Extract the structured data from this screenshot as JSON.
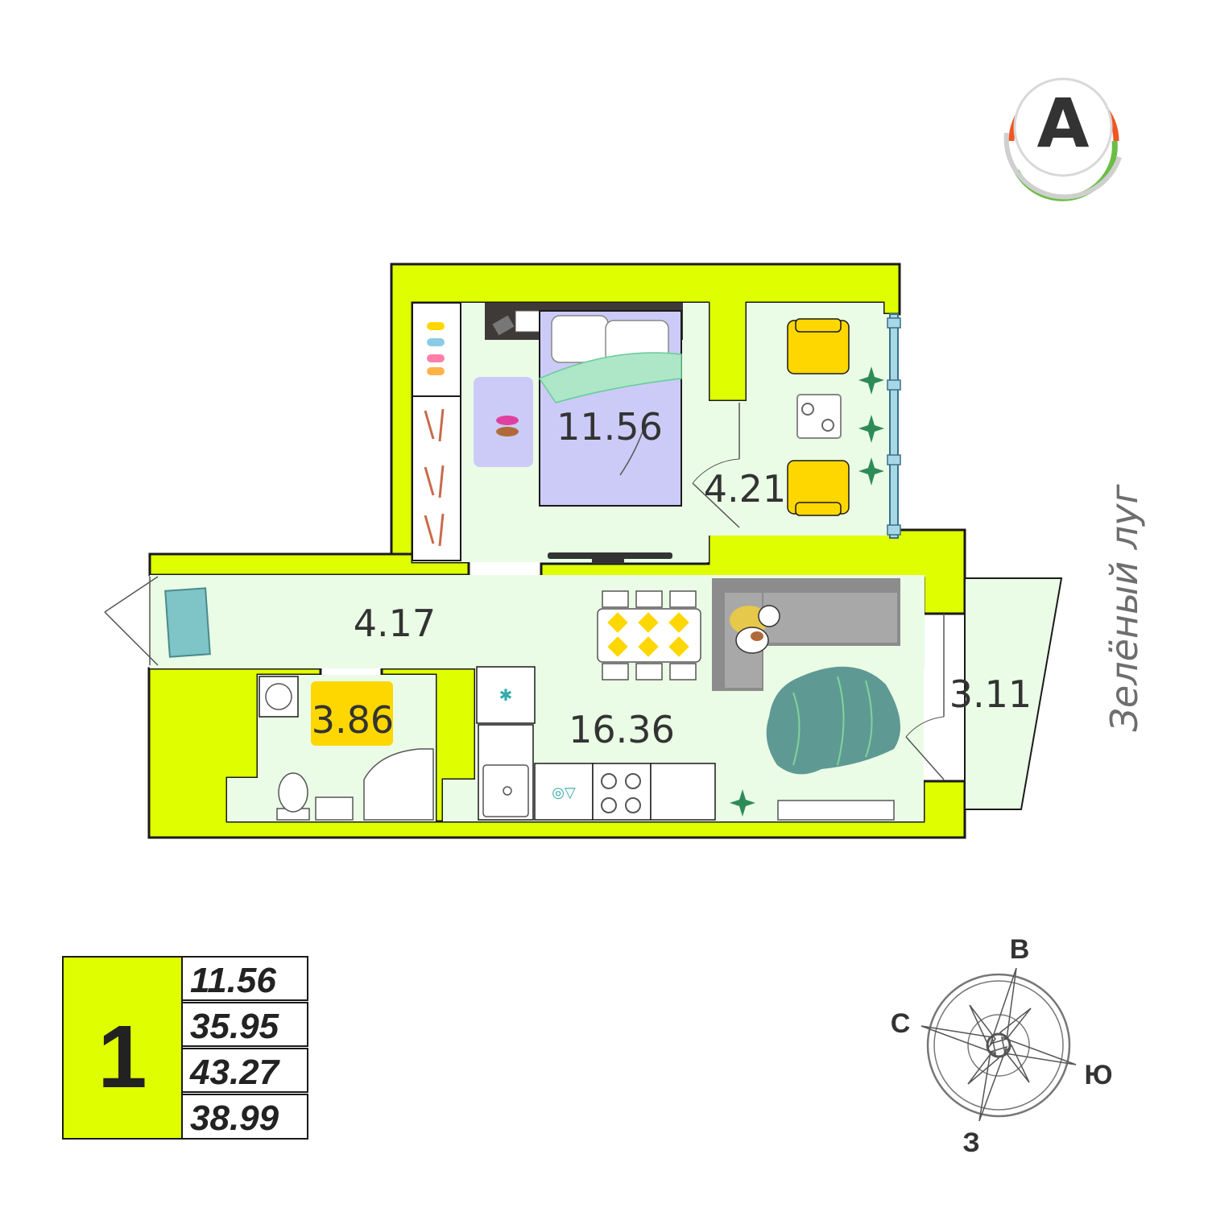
{
  "colors": {
    "wall": "#dfff00",
    "floor": "#eafce6",
    "outline": "#1a1a1a",
    "bed": "#cccbf7",
    "yellow": "#ffd700",
    "teal": "#5f9994",
    "window": "#a8d8e6",
    "logo_orange": "#f05523",
    "logo_green": "#6bbd45"
  },
  "logo": {
    "letter": "А"
  },
  "rooms": [
    {
      "id": "bedroom",
      "area": "11.56"
    },
    {
      "id": "loggia",
      "area": "4.21"
    },
    {
      "id": "hallway",
      "area": "4.17"
    },
    {
      "id": "bathroom",
      "area": "3.86"
    },
    {
      "id": "kitchen-living",
      "area": "16.36"
    },
    {
      "id": "terrace",
      "area": "3.11"
    }
  ],
  "street_label": "Зелёный луг",
  "summary": {
    "rooms_count": "1",
    "values": [
      "11.56",
      "35.95",
      "43.27",
      "38.99"
    ]
  },
  "compass": {
    "north": "С",
    "south": "Ю",
    "east": "В",
    "west": "З"
  },
  "icons": [
    "slippers-icon",
    "hanger-icon",
    "laptop-icon",
    "book-icon",
    "bed-icon",
    "armchair-icon",
    "plant-icon",
    "side-table-icon",
    "tv-icon",
    "door-mat-icon",
    "washing-machine-icon",
    "toilet-icon",
    "sink-icon",
    "shower-icon",
    "fridge-icon",
    "stove-icon",
    "dining-table-icon",
    "sofa-icon",
    "dog-icon",
    "rug-icon",
    "radiator-icon",
    "glassware-icon"
  ]
}
